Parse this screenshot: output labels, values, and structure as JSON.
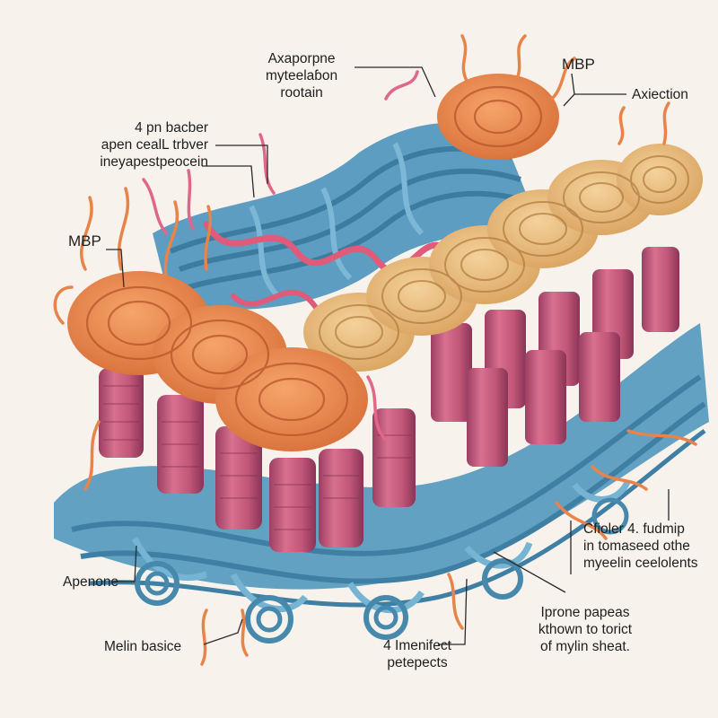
{
  "labels": {
    "top_center": [
      "Axaporpne",
      "myteelaɓon",
      "rootain"
    ],
    "top_right_mbp": "MBP",
    "top_right_axiection": "Axiection",
    "upper_left": [
      "4 pn bacber",
      "apen cealL trbver",
      "ineyapestpeocein"
    ],
    "left_mbp": "MBP",
    "apenone": "Apenone",
    "melin_basice": "Melin basice",
    "bottom_center": [
      "4 Imenifect",
      "petepects"
    ],
    "right_middle": [
      "Cfioler 4. fudmip",
      "in tomaseed othe",
      "myeelin ceelolents"
    ],
    "right_bottom": [
      "Iprone papeas",
      "kthown to torict",
      "of mylin sheat."
    ]
  },
  "colors": {
    "background": "#f7f3ec",
    "orange_protein": "#e88a4b",
    "tan_protein": "#e8b97a",
    "pink_cylinder": "#c85a7c",
    "blue_strands": "#4f93b6",
    "magenta_strand": "#e05a7a",
    "leader_line": "#2a2a2a"
  }
}
